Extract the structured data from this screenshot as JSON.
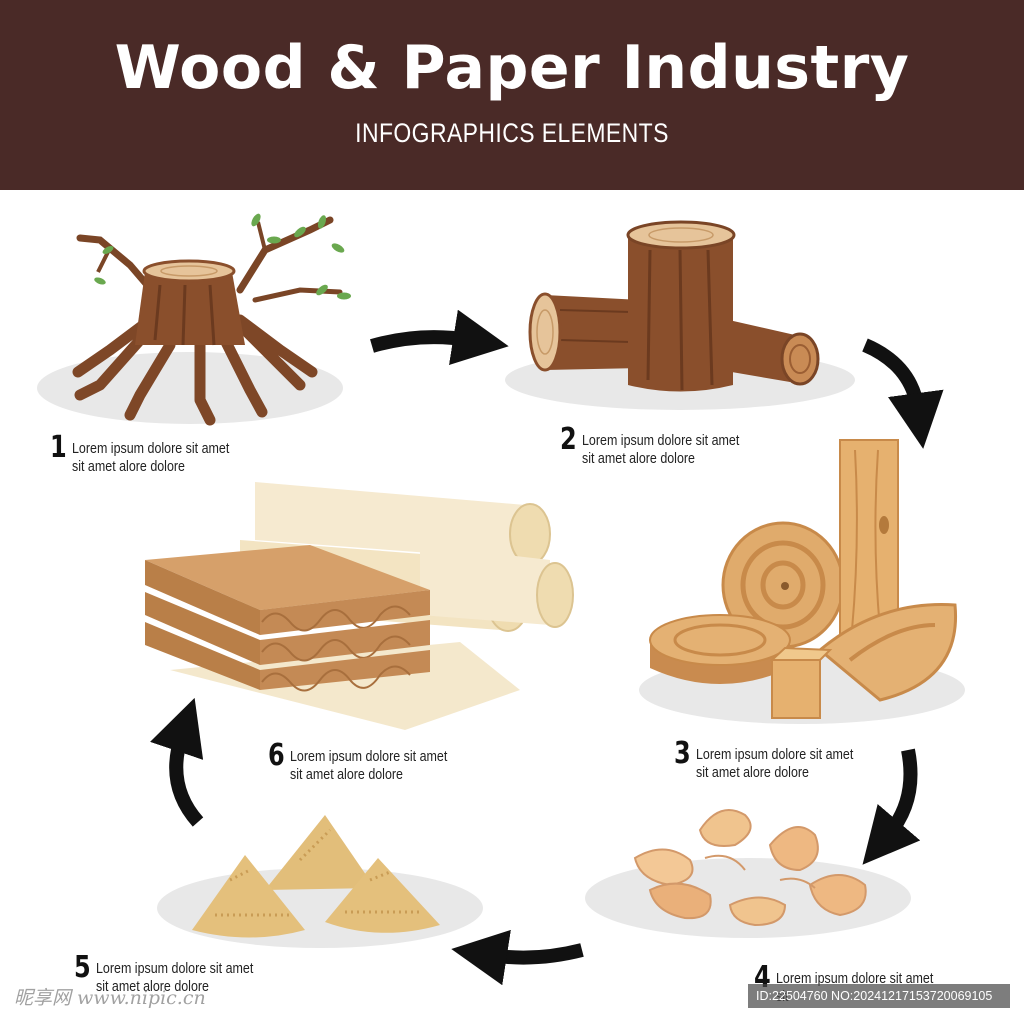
{
  "header": {
    "title": "Wood & Paper Industry",
    "subtitle": "INFOGRAPHICS ELEMENTS"
  },
  "steps": [
    {
      "number": "1",
      "text": "Lorem ipsum dolore sit amet sit amet alore dolore",
      "illustration": "tree-stump-icon"
    },
    {
      "number": "2",
      "text": "Lorem ipsum dolore sit amet sit amet alore dolore",
      "illustration": "logs-icon"
    },
    {
      "number": "3",
      "text": "Lorem ipsum dolore sit amet sit amet alore dolore",
      "illustration": "lumber-icon"
    },
    {
      "number": "4",
      "text": "Lorem ipsum dolore sit amet sit",
      "illustration": "wood-shavings-icon"
    },
    {
      "number": "5",
      "text": "Lorem ipsum dolore sit amet sit amet alore dolore",
      "illustration": "sawdust-icon"
    },
    {
      "number": "6",
      "text": "Lorem ipsum dolore sit amet sit amet alore dolore",
      "illustration": "paper-cardboard-icon"
    }
  ],
  "watermark": "昵享网 www.nipic.cn",
  "id_bar": "ID:22504760 NO:20241217153720069105",
  "colors": {
    "header": "#4a2a27",
    "bark": "#8a4f2c",
    "wood_light": "#e0ab6c",
    "paper": "#f4e8cc",
    "cardboard": "#c8935e",
    "arrow": "#111111",
    "shadow": "#e8e8e8"
  }
}
